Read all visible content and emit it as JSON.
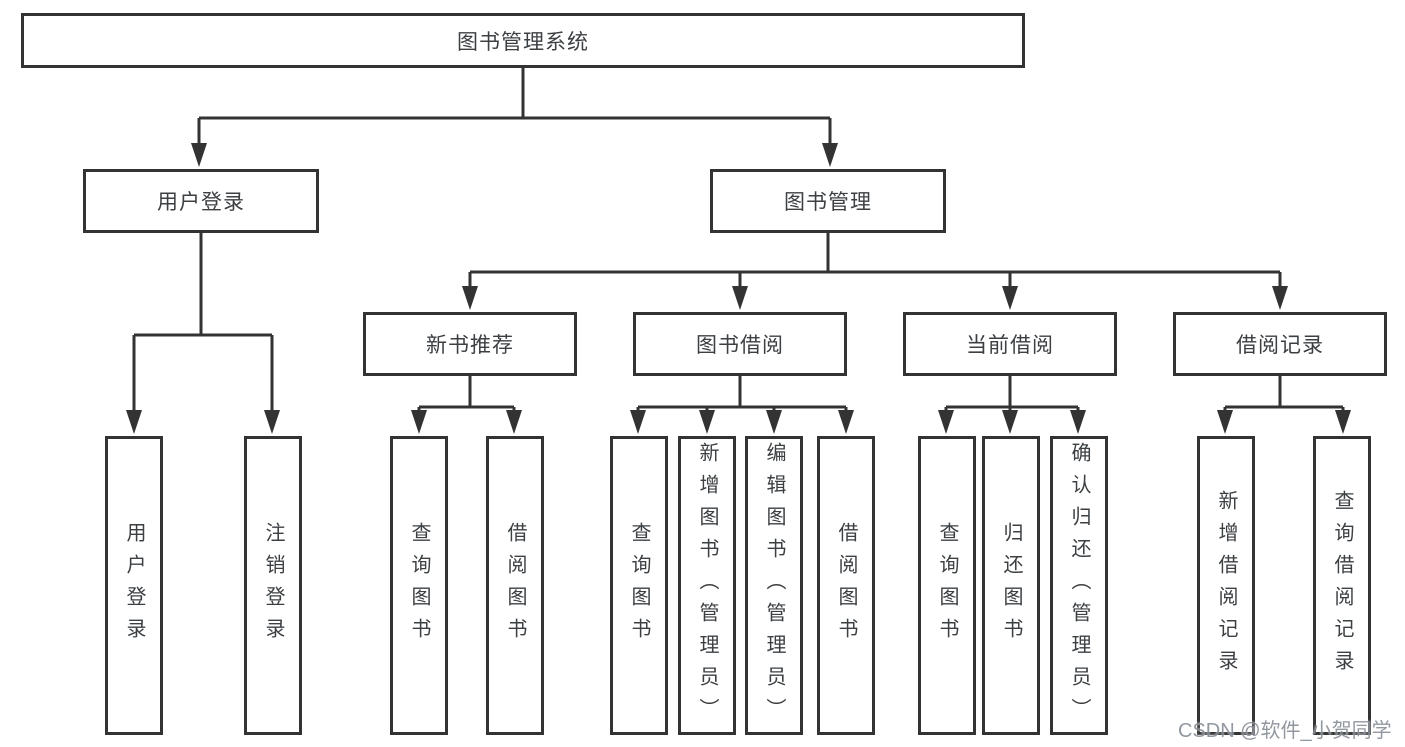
{
  "diagram": {
    "root": {
      "label": "图书管理系统"
    },
    "branches": [
      {
        "label": "用户登录",
        "children": [
          {
            "label": "用户登录"
          },
          {
            "label": "注销登录"
          }
        ]
      },
      {
        "label": "图书管理",
        "children": [
          {
            "label": "新书推荐",
            "children": [
              {
                "label": "查询图书"
              },
              {
                "label": "借阅图书"
              }
            ]
          },
          {
            "label": "图书借阅",
            "children": [
              {
                "label": "查询图书"
              },
              {
                "label": "新增图书（管理员）"
              },
              {
                "label": "编辑图书（管理员）"
              },
              {
                "label": "借阅图书"
              }
            ]
          },
          {
            "label": "当前借阅",
            "children": [
              {
                "label": "查询图书"
              },
              {
                "label": "归还图书"
              },
              {
                "label": "确认归还（管理员）"
              }
            ]
          },
          {
            "label": "借阅记录",
            "children": [
              {
                "label": "新增借阅记录"
              },
              {
                "label": "查询借阅记录"
              }
            ]
          }
        ]
      }
    ]
  },
  "watermark": {
    "text": "CSDN @软件_小贺同学"
  },
  "colors": {
    "line": "#333333",
    "text": "#3c4043",
    "background": "#ffffff",
    "watermark": "#878d96"
  }
}
